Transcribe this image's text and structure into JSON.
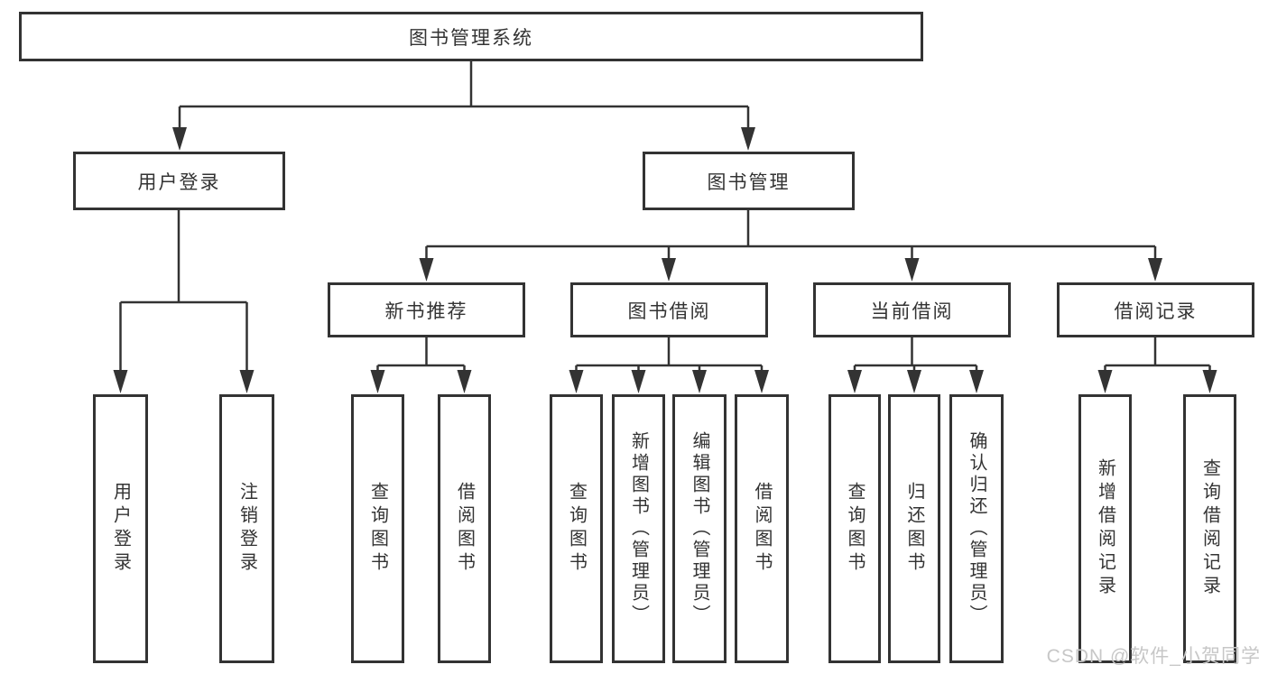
{
  "tree": {
    "root": {
      "label": "图书管理系统"
    },
    "level2": [
      {
        "label": "用户登录",
        "leaves": [
          {
            "label": "用户登录"
          },
          {
            "label": "注销登录"
          }
        ]
      },
      {
        "label": "图书管理",
        "groups": [
          {
            "label": "新书推荐",
            "leaves": [
              {
                "label": "查询图书"
              },
              {
                "label": "借阅图书"
              }
            ]
          },
          {
            "label": "图书借阅",
            "leaves": [
              {
                "label": "查询图书"
              },
              {
                "label": "新增图书（管理员）"
              },
              {
                "label": "编辑图书（管理员）"
              },
              {
                "label": "借阅图书"
              }
            ]
          },
          {
            "label": "当前借阅",
            "leaves": [
              {
                "label": "查询图书"
              },
              {
                "label": "归还图书"
              },
              {
                "label": "确认归还（管理员）"
              }
            ]
          },
          {
            "label": "借阅记录",
            "leaves": [
              {
                "label": "新增借阅记录"
              },
              {
                "label": "查询借阅记录"
              }
            ]
          }
        ]
      }
    ]
  },
  "watermark": {
    "text": "CSDN @软件_小贺同学",
    "color": "#c7c7c7"
  },
  "colors": {
    "line": "#333333",
    "box_border": "#333333",
    "background": "#ffffff"
  }
}
